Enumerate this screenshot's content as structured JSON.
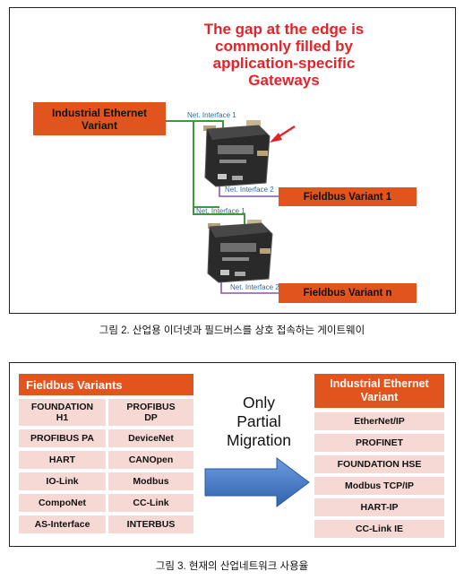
{
  "figure2": {
    "headline_lines": [
      "The gap at the edge is",
      "commonly filled by",
      "application-specific",
      "Gateways"
    ],
    "industrial_ethernet_lines": [
      "Industrial Ethernet",
      "Variant"
    ],
    "net_interface_1": "Net. Interface 1",
    "net_interface_2": "Net. Interface 2",
    "fieldbus_variant_1": "Fieldbus Variant 1",
    "fieldbus_variant_n": "Fieldbus Variant n",
    "caption": "그림 2. 산업용 이더넷과 필드버스를 상호 접속하는 게이트웨이"
  },
  "figure3": {
    "fieldbus_header": "Fieldbus Variants",
    "fieldbus_cells": [
      [
        "FOUNDATION\nH1",
        "PROFIBUS\nDP"
      ],
      [
        "PROFIBUS PA",
        "DeviceNet"
      ],
      [
        "HART",
        "CANOpen"
      ],
      [
        "IO-Link",
        "Modbus"
      ],
      [
        "CompoNet",
        "CC-Link"
      ],
      [
        "AS-Interface",
        "INTERBUS"
      ]
    ],
    "migration_lines": [
      "Only",
      "Partial",
      "Migration"
    ],
    "ethernet_header_lines": [
      "Industrial Ethernet",
      "Variant"
    ],
    "ethernet_cells": [
      "EtherNet/IP",
      "PROFINET",
      "FOUNDATION HSE",
      "Modbus TCP/IP",
      "HART-IP",
      "CC-Link IE"
    ],
    "caption": "그림 3. 현재의 산업네트워크 사용율",
    "colors": {
      "accent": "#e2541e",
      "cell": "#f6d9d4",
      "arrow": "#3d76c4"
    }
  }
}
